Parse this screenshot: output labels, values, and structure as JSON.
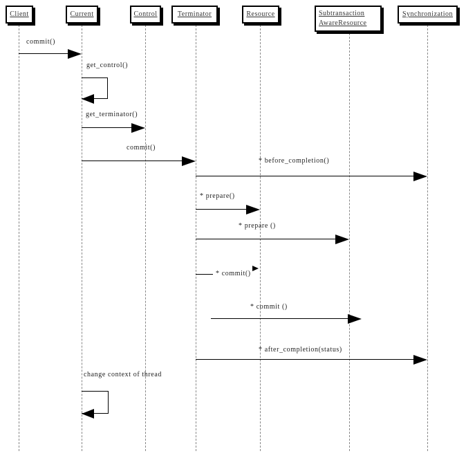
{
  "diagram": {
    "type": "uml-sequence-diagram",
    "participants": [
      {
        "id": "client",
        "lines": [
          "Client"
        ]
      },
      {
        "id": "current",
        "lines": [
          "Current"
        ]
      },
      {
        "id": "control",
        "lines": [
          "Control"
        ]
      },
      {
        "id": "terminator",
        "lines": [
          "Terminator"
        ]
      },
      {
        "id": "resource",
        "lines": [
          "Resource"
        ]
      },
      {
        "id": "subtransaction-aware-resource",
        "lines": [
          "Subtransaction",
          "AwareResource"
        ]
      },
      {
        "id": "synchronization",
        "lines": [
          "Synchronization"
        ]
      }
    ],
    "messages": [
      {
        "label": "commit()",
        "from": "Client",
        "to": "Current",
        "self": false
      },
      {
        "label": "get_control()",
        "from": "Current",
        "to": "Current",
        "self": true
      },
      {
        "label": "get_terminator()",
        "from": "Current",
        "to": "Control",
        "self": false
      },
      {
        "label": "commit()",
        "from": "Current",
        "to": "Terminator",
        "self": false
      },
      {
        "label": "* before_completion()",
        "from": "Terminator",
        "to": "Synchronization",
        "self": false
      },
      {
        "label": "* prepare()",
        "from": "Terminator",
        "to": "Resource",
        "self": false
      },
      {
        "label": "* prepare ()",
        "from": "Terminator",
        "to": "SubtransactionAwareResource",
        "self": false
      },
      {
        "label": "* commit()",
        "from": "Terminator",
        "to": "Resource",
        "self": false
      },
      {
        "label": "* commit ()",
        "from": "Terminator",
        "to": "SubtransactionAwareResource",
        "self": false
      },
      {
        "label": "* after_completion(status)",
        "from": "Terminator",
        "to": "Synchronization",
        "self": false
      },
      {
        "label": "change context of thread",
        "from": "Current",
        "to": "Current",
        "self": true
      }
    ],
    "colors": {
      "line": "#000000",
      "lifeline": "#888888",
      "box_border": "#000000",
      "box_fill": "#ffffff",
      "text": "#222222"
    }
  }
}
